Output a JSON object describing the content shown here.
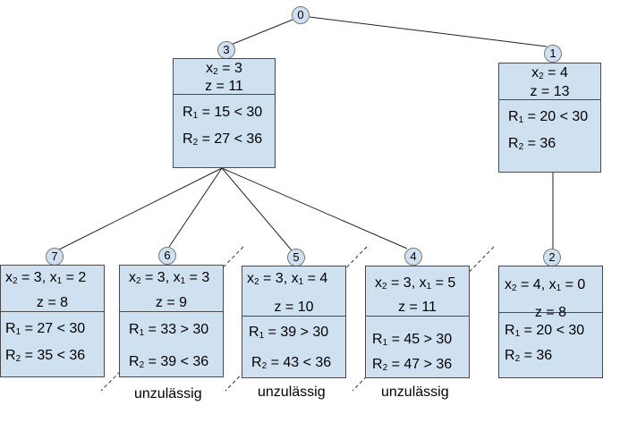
{
  "root": {
    "id": "0"
  },
  "nodes": [
    {
      "key": "n3",
      "id": "3",
      "l1a": "x",
      "l1sub": "2",
      "l1b": " = 3",
      "l2": "z = 11",
      "r1a": "R",
      "r1sub": "1",
      "r1b": " = 15 < 30",
      "r2a": "R",
      "r2sub": "2",
      "r2b": " = 27 < 36"
    },
    {
      "key": "n1",
      "id": "1",
      "l1a": "x",
      "l1sub": "2",
      "l1b": " = 4",
      "l2": "z = 13",
      "r1a": "R",
      "r1sub": "1",
      "r1b": " = 20 < 30",
      "r2a": "R",
      "r2sub": "2",
      "r2b": " = 36"
    },
    {
      "key": "n7",
      "id": "7",
      "l1a": "x",
      "l1sub": "2",
      "l1b": " = 3, x",
      "l1sub2": "1",
      "l1c": " = 2",
      "l2": "z = 8",
      "r1a": "R",
      "r1sub": "1",
      "r1b": " = 27 < 30",
      "r2a": "R",
      "r2sub": "2",
      "r2b": " = 35 < 36"
    },
    {
      "key": "n6",
      "id": "6",
      "l1a": "x",
      "l1sub": "2",
      "l1b": " = 3, x",
      "l1sub2": "1",
      "l1c": " = 3",
      "l2": "z = 9",
      "r1a": "R",
      "r1sub": "1",
      "r1b": " = 33 > 30",
      "r2a": "R",
      "r2sub": "2",
      "r2b": " = 39 < 36"
    },
    {
      "key": "n5",
      "id": "5",
      "l1a": "x",
      "l1sub": "2",
      "l1b": " = 3, x",
      "l1sub2": "1",
      "l1c": " = 4",
      "l2": "z = 10",
      "r1a": "R",
      "r1sub": "1",
      "r1b": " = 39 > 30",
      "r2a": "R",
      "r2sub": "2",
      "r2b": " = 43 < 36"
    },
    {
      "key": "n4",
      "id": "4",
      "l1a": "x",
      "l1sub": "2",
      "l1b": " = 3, x",
      "l1sub2": "1",
      "l1c": " = 5",
      "l2": "z = 11",
      "r1a": "R",
      "r1sub": "1",
      "r1b": " = 45 > 30",
      "r2a": "R",
      "r2sub": "2",
      "r2b": " = 47 > 36"
    },
    {
      "key": "n2",
      "id": "2",
      "l1a": "x",
      "l1sub": "2",
      "l1b": " = 4, x",
      "l1sub2": "1",
      "l1c": " = 0",
      "l2": "z = 8",
      "r1a": "R",
      "r1sub": "1",
      "r1b": " = 20 < 30",
      "r2a": "R",
      "r2sub": "2",
      "r2b": " = 36"
    }
  ],
  "status_label": "unzulässig"
}
